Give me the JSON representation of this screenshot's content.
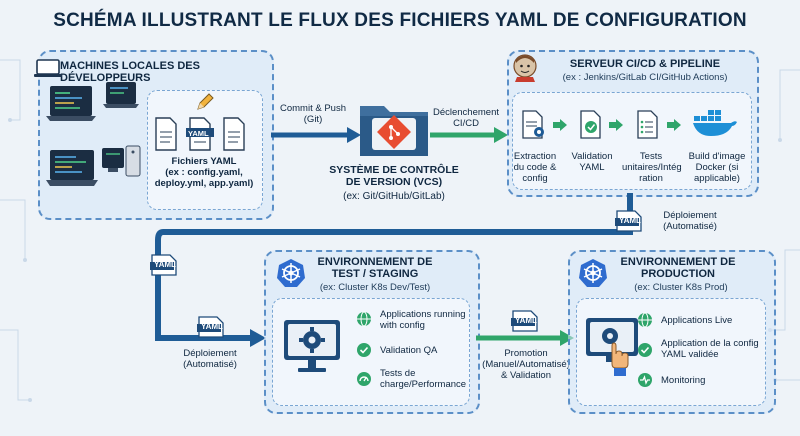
{
  "title": "SCHÉMA ILLUSTRANT LE FLUX DES FICHIERS YAML DE CONFIGURATION",
  "dev": {
    "title": "MACHINES LOCALES DES DÉVELOPPEURS",
    "files_caption": "Fichiers YAML\n(ex : config.yaml,\ndeploy.yml, app.yaml)",
    "yaml_tag": "YAML"
  },
  "commit": {
    "label": "Commit & Push\n(Git)"
  },
  "vcs": {
    "label": "SYSTÈME DE CONTRÔLE\nDE VERSION (VCS)",
    "sub": "(ex: Git/GitHub/GitLab)"
  },
  "trigger": {
    "label": "Déclenchement\nCI/CD"
  },
  "ci": {
    "title": "SERVEUR CI/CD & PIPELINE",
    "sub": "(ex : Jenkins/GitLab CI/GitHub Actions)",
    "steps": [
      "Extraction\ndu code &\nconfig",
      "Validation\nYAML",
      "Tests\nunitaires/Intég\nration",
      "Build d'image\nDocker (si\napplicable)"
    ]
  },
  "deploy_top": {
    "label": "Déploiement\n(Automatisé)",
    "tag": "YAML"
  },
  "deploy_left": {
    "label": "Déploiement\n(Automatisé)",
    "tag": "YAML",
    "tag2": "YAML"
  },
  "test": {
    "title": "ENVIRONNEMENT DE\nTEST / STAGING",
    "sub": "(ex: Cluster K8s Dev/Test)",
    "items": [
      "Applications running\nwith config",
      "Validation QA",
      "Tests de\ncharge/Performance"
    ]
  },
  "promotion": {
    "label": "Promotion\n(Manuel/Automatisé)\n& Validation",
    "tag": "YAML"
  },
  "prod": {
    "title": "ENVIRONNEMENT DE\nPRODUCTION",
    "sub": "(ex: Cluster K8s Prod)",
    "items": [
      "Applications Live",
      "Application de la config\nYAML validée",
      "Monitoring"
    ]
  },
  "colors": {
    "arrow_green": "#2fa56a",
    "arrow_blue": "#1f5c96",
    "panel_border": "#5b8fc7",
    "navy": "#1e4b7a"
  }
}
